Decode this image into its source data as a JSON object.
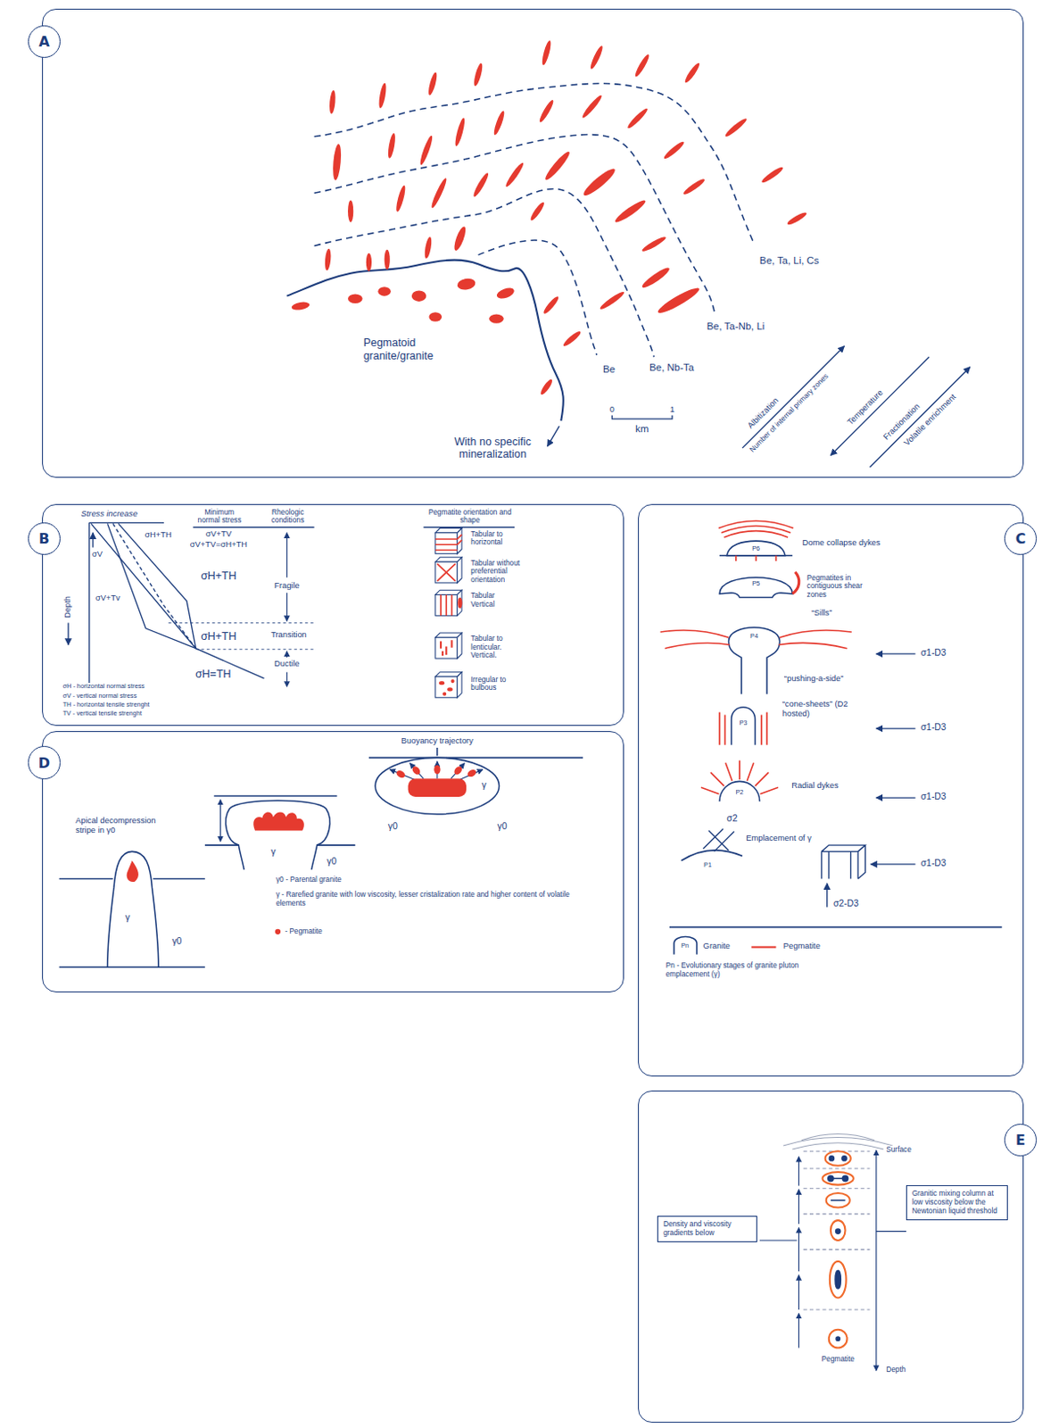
{
  "diagram": {
    "nodes": [
      {
        "text": [
          "A"
        ]
      },
      {
        "text": [
          "B"
        ]
      },
      {
        "text": [
          "C"
        ]
      },
      {
        "text": [
          "D"
        ]
      },
      {
        "text": [
          "E"
        ]
      },
      {
        "text": [
          "Density and viscosity gradients below"
        ],
        "in": 4
      },
      {
        "text": [
          "Granitic mixing column at low viscosity below the Newtonian liquid threshold"
        ],
        "in": 4
      }
    ],
    "labels": [
      "Pegmatoid granite/granite",
      "With no specific mineralization",
      "Be",
      "Be, Nb-Ta",
      "Be, Ta-Nb, Li",
      "Be, Ta, Li, Cs",
      "0",
      "1",
      "km",
      "Albitization",
      "Number of internal primary zones",
      "Temperature",
      "Fractionation",
      "Volatile enrichment",
      "Stress increase",
      "Minimum normal stress",
      "Rheologic conditions",
      "Pegmatite orientation and shape",
      "σV+TV",
      "σV+TV=σH+TH",
      "σH+TH",
      "σH+TH",
      "σH=TH",
      "Fragile",
      "Transition",
      "Ductile",
      "σV",
      "σH+TH",
      "σV+Tv",
      "Tabular to horizontal",
      "Tabular without preferential orientation",
      "Tabular Vertical",
      "Tabular to lenticular. Vertical.",
      "Irregular to bulbous",
      "Depth",
      "σH - horizontal normal stress",
      "σV - vertical normal stress",
      "TH - horizontal tensile strenght",
      "TV - vertical tensile strenght",
      "P6",
      "Dome collapse dykes",
      "P5",
      "Pegmatites in contiguous shear zones",
      "P4",
      "“Sills”",
      "σ1-D3",
      "“pushing-a-side”",
      "“cone-sheets” (D2 hosted)",
      "P3",
      "σ1-D3",
      "Radial dykes",
      "P2",
      "σ1-D3",
      "σ2",
      "Emplacement of γ",
      "P1",
      "σ1-D3",
      "σ2-D3",
      "Pn",
      "Pn - Evolutionary stages of granite pluton emplacement (γ)",
      "Apical decompression stripe in γ0",
      "γ",
      "γ0",
      "γ",
      "γ0",
      "Buoyancy trajectory",
      "γ",
      "γ0",
      "γ0",
      "γ0 - Parental granite",
      "γ - Rarefied granite with low viscosity, lesser cristalization rate and higher content of volatile elements",
      "- Pegmatite",
      "Surface",
      "Depth",
      "Pegmatite"
    ],
    "legend": [
      {
        "text": "Granite"
      },
      {
        "text": "Pegmatite"
      }
    ]
  }
}
